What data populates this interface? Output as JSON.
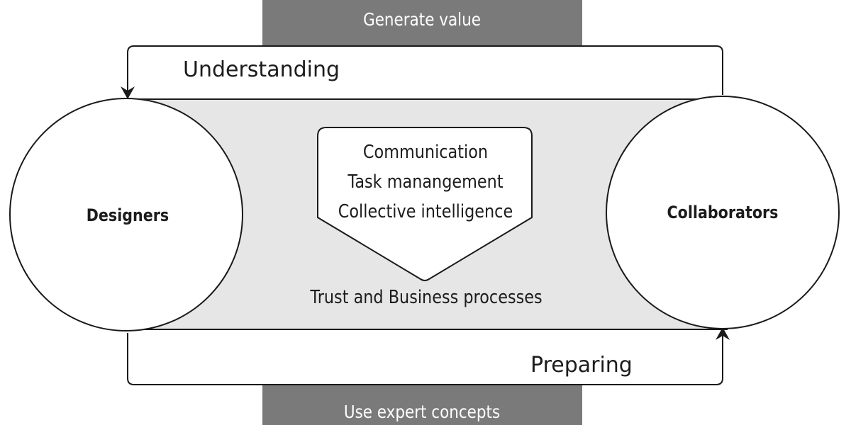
{
  "top_box": {
    "label": "Generate value"
  },
  "bottom_box": {
    "label": "Use expert concepts"
  },
  "flows": {
    "top": {
      "label": "Understanding"
    },
    "bottom": {
      "label": "Preparing"
    }
  },
  "nodes": {
    "left": {
      "label": "Designers"
    },
    "right": {
      "label": "Collaborators"
    }
  },
  "process_box": {
    "items": [
      "Communication",
      "Task manangement",
      "Collective intelligence"
    ]
  },
  "base_label": "Trust and Business processes",
  "colors": {
    "box_fill": "#7a7a7a",
    "band_fill": "#e6e6e6",
    "stroke": "#1a1a1a",
    "text": "#1c1c1c"
  }
}
